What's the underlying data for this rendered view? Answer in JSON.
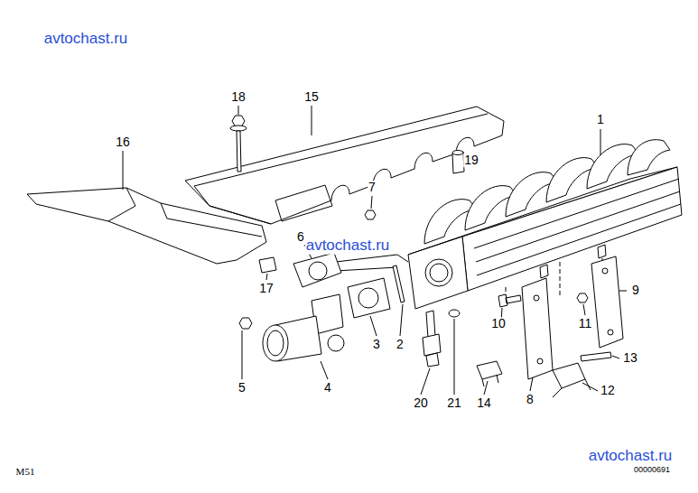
{
  "diagram": {
    "labels": [
      "avtochast.ru",
      "18",
      "15",
      "1",
      "16",
      "19",
      "7",
      "6",
      "avtochast.ru",
      "17",
      "9",
      "10",
      "11",
      "3",
      "2",
      "5",
      "4",
      "13",
      "8",
      "12",
      "20",
      "21",
      "14",
      "avtochast.ru",
      "M51",
      "00000691"
    ]
  }
}
